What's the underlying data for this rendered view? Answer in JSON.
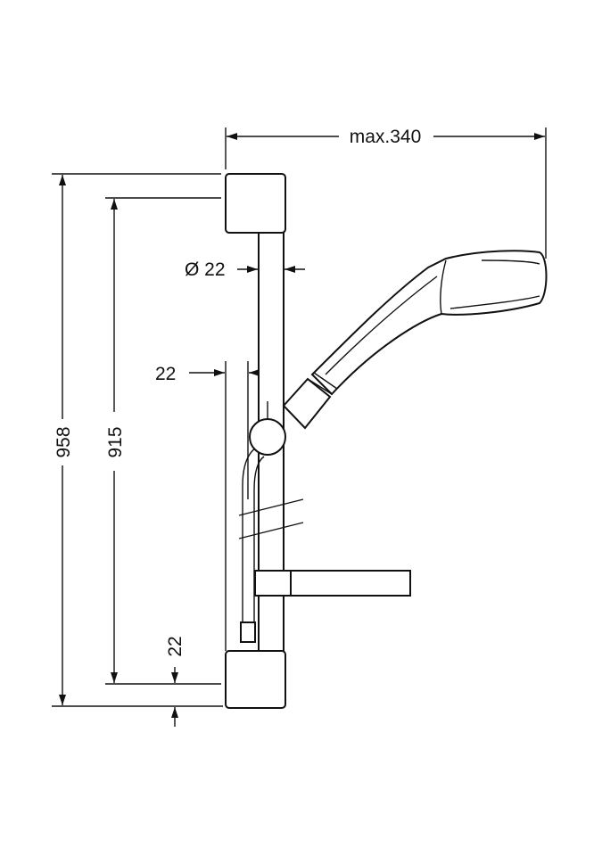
{
  "drawing": {
    "dimensions": {
      "max_reach": "max.340",
      "rail_diameter": "Ø 22",
      "wall_offset": "22",
      "total_height": "958",
      "mount_spacing": "915",
      "bottom_offset": "22"
    },
    "colors": {
      "line": "#111111",
      "background": "#ffffff"
    }
  }
}
